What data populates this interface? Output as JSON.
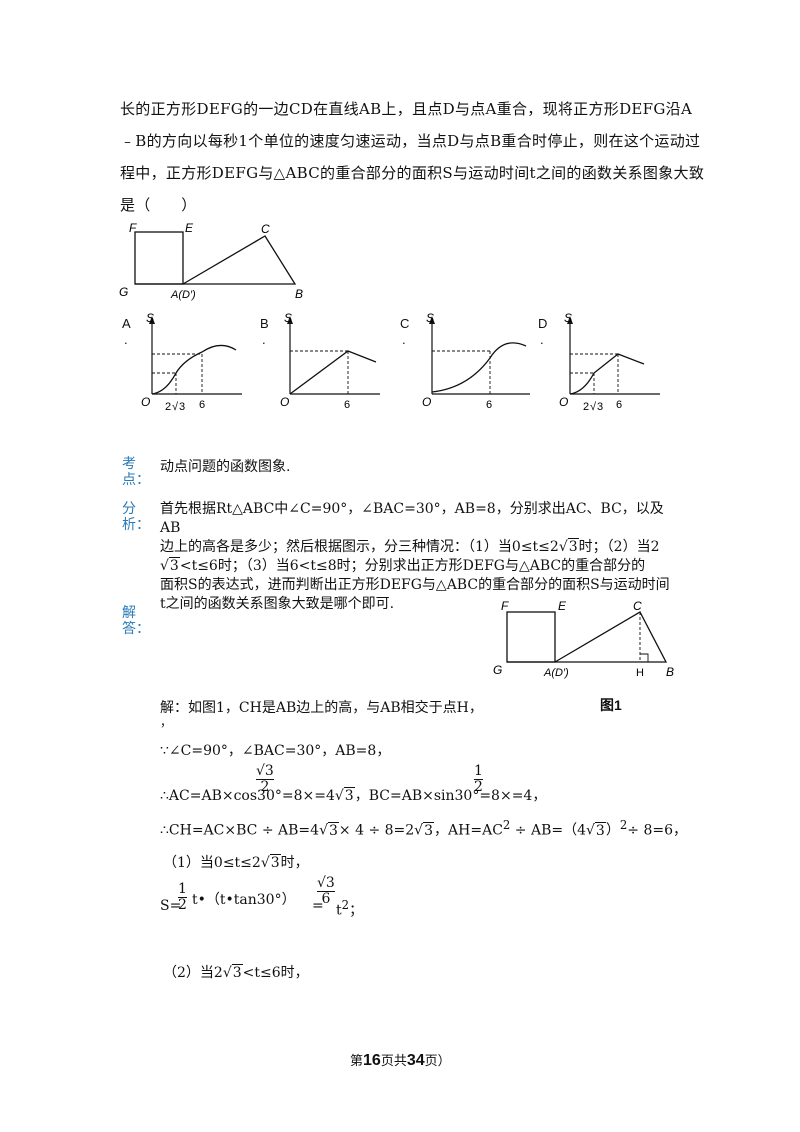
{
  "question": {
    "line1": "长的正方形DEFG的一边CD在直线AB上，且点D与点A重合，现将正方形DEFG沿A",
    "line2": "﹣B的方向以每秒1个单位的速度匀速运动，当点D与点B重合时停止，则在这个运动过",
    "line3": "程中，正方形DEFG与△ABC的重合部分的面积S与运动时间t之间的函数关系图象大致",
    "line4": "是（　　）"
  },
  "figure": {
    "F": "F",
    "E": "E",
    "C": "C",
    "G": "G",
    "A": "A(D′)",
    "B": "B",
    "H": "H",
    "fig_caption": "图1"
  },
  "options": [
    {
      "letter": "A",
      "dot": ".",
      "s": "S",
      "o": "O",
      "t1": "2",
      "t1r": "3",
      "t2": "6"
    },
    {
      "letter": "B",
      "dot": ".",
      "s": "S",
      "o": "O",
      "t2": "6"
    },
    {
      "letter": "C",
      "dot": ".",
      "s": "S",
      "o": "O",
      "t2": "6"
    },
    {
      "letter": "D",
      "dot": ".",
      "s": "S",
      "o": "O",
      "t1": "2",
      "t1r": "3",
      "t2": "6"
    }
  ],
  "kaodian": {
    "label1": "考",
    "label2": "点：",
    "text": "动点问题的函数图象."
  },
  "fenxi": {
    "label1": "分",
    "label2": "析：",
    "l1": "首先根据Rt△ABC中∠C=90°，∠BAC=30°，AB=8，分别求出AC、BC，以及AB",
    "l2a": "边上的高各是多少；然后根据图示，分三种情况：（1）当0≤t≤2",
    "l2r": "3",
    "l2b": "时；（2）当2",
    "l3r": "3",
    "l3a": "<t≤6",
    "l3b": "时；（3）当6<t≤8时；分别求出正方形DEFG与△ABC的重合部分的",
    "l4": "面积S的表达式，进而判断出正方形DEFG与△ABC的重合部分的面积S与运动时间",
    "l5": "t之间的函数关系图象大致是哪个即可."
  },
  "jieda": {
    "label1": "解",
    "label2": "答：",
    "s1": "解：如图1，CH是AB边上的高，与AB相交于点H，",
    "s1b": "，",
    "s2": "∵∠C=90°，∠BAC=30°，AB=8，",
    "s3a": "∴AC=AB×cos30°=8×",
    "s3num": "√3",
    "s3den": "2",
    "s3b": "=4",
    "s3r": "3",
    "s3c": "，BC=AB×sin30°=8×",
    "s3num2": "1",
    "s3den2": "2",
    "s3d": "=4，",
    "s4a": "∴CH=AC×",
    "s4b": "BC ÷ AB=4",
    "s4r1": "3",
    "s4c": "× 4 ÷ 8=2",
    "s4r2": "3",
    "s4d": "，AH=",
    "s4e": "AC",
    "s4sup": "2",
    "s4f": " ÷ AB=（4",
    "s4r3": "3",
    "s4g": "）",
    "s4sup2": "2",
    "s4h": "÷ 8=6，",
    "s5a": "（1）当0≤t≤2",
    "s5r": "3",
    "s5b": "时，",
    "s6a": "S=",
    "s6num": "1",
    "s6den": "2",
    "s6b": "t•（t•tan30°）",
    "s6c": "=",
    "s6num2": "√3",
    "s6den2": "6",
    "s6d": "t",
    "s6sup": "2",
    "s6e": "；",
    "s7a": "（2）当2",
    "s7r": "3",
    "s7b": "<t≤6",
    "s7c": "时，"
  },
  "footer": {
    "pre": "第",
    "page": "16",
    "mid": "页共",
    "total": "34",
    "post": "页）"
  }
}
